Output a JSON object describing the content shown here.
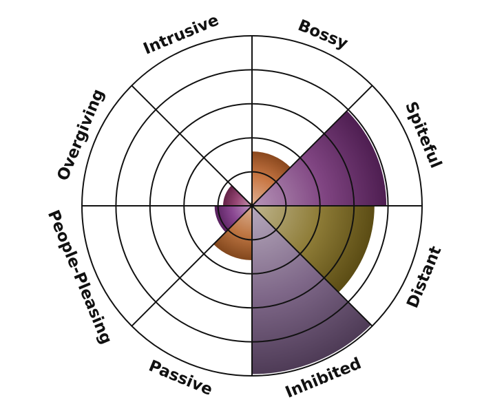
{
  "chart_data": {
    "type": "polar-area",
    "rlim": [
      0,
      5
    ],
    "rings": 5,
    "grid": true,
    "start_angle_deg": 0,
    "direction": "clockwise-from-top",
    "categories": [
      "Bossy",
      "Spiteful",
      "Distant",
      "Inhibited",
      "Passive",
      "People-Pleasing",
      "Overgiving",
      "Intrusive"
    ],
    "values": [
      1.6,
      3.95,
      3.6,
      4.95,
      1.6,
      1.1,
      0.85,
      0.1
    ],
    "colors": [
      "#c0642a",
      "#6d2a70",
      "#7f6a1c",
      "#6c5278",
      "#b46228",
      "#7a2e82",
      "#8a2f63",
      "#cc9658"
    ]
  }
}
